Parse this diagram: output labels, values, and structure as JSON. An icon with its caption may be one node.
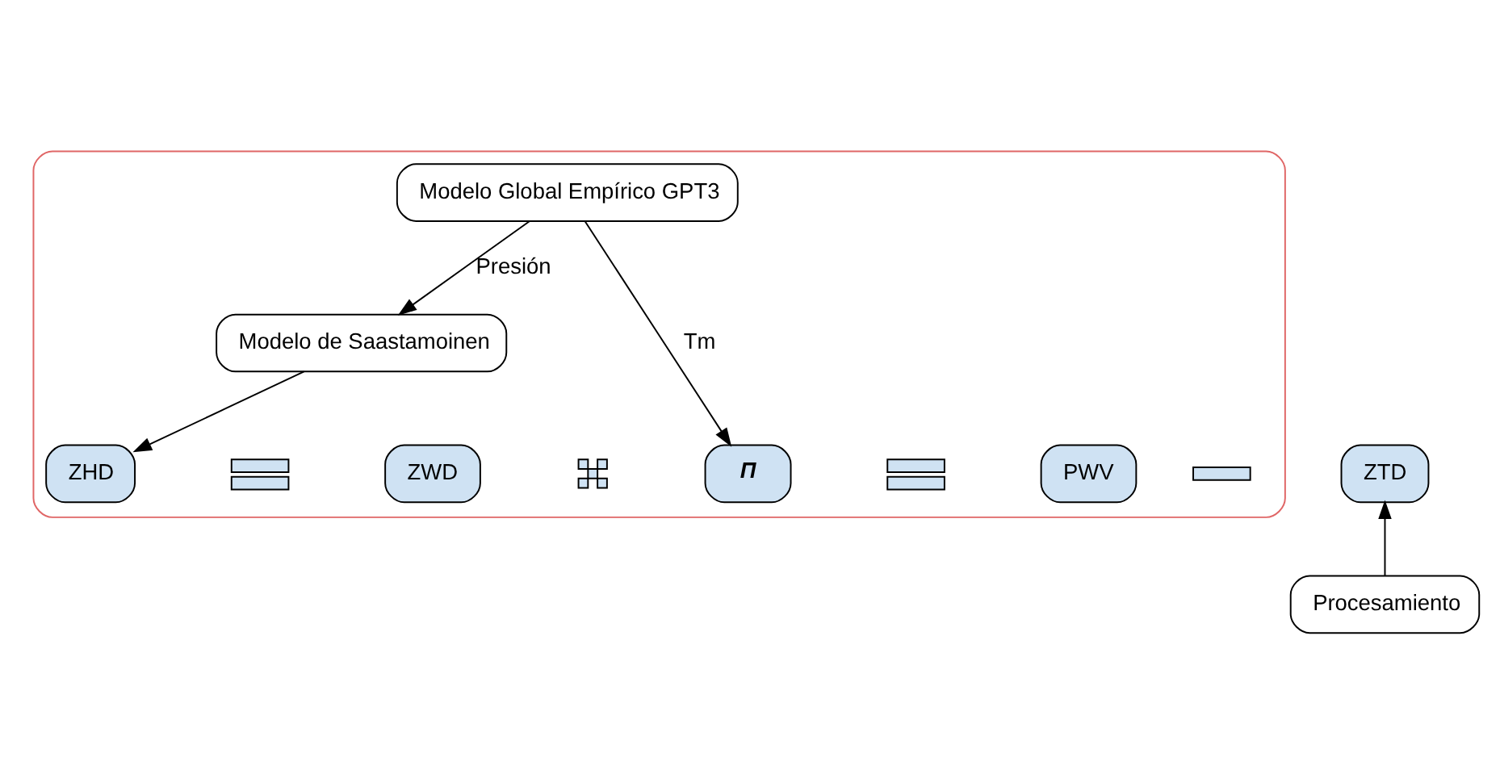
{
  "diagram": {
    "nodes": [
      {
        "text": [],
        "shape": "box"
      },
      {
        "text": [
          "Modelo Global Empírico GPT3"
        ],
        "in": 0
      },
      {
        "text": [
          "Modelo de Saastamoinen"
        ],
        "in": 0
      },
      {
        "text": [
          "ZTD"
        ]
      },
      {
        "text": [],
        "shape": "bar",
        "in": 0
      },
      {
        "text": [
          "ZHD"
        ],
        "in": 0
      },
      {
        "text": [],
        "shape": "equals",
        "in": 0
      },
      {
        "text": [
          "ZWD"
        ],
        "in": 0
      },
      {
        "text": [],
        "shape": "cross",
        "in": 0
      },
      {
        "text": [
          "Π"
        ],
        "in": 0
      },
      {
        "text": [],
        "shape": "equals",
        "in": 0
      },
      {
        "text": [
          "PWV"
        ],
        "in": 0
      },
      {
        "text": [
          "Procesamiento"
        ]
      }
    ],
    "edges": [
      {
        "from": 1,
        "to": 2,
        "arrow": "to",
        "label": "Presión"
      },
      {
        "from": 1,
        "to": 9,
        "arrow": "to",
        "label": "Tm"
      },
      {
        "from": 2,
        "to": 5,
        "arrow": "to"
      },
      {
        "from": 12,
        "to": 3,
        "arrow": "to"
      }
    ]
  }
}
